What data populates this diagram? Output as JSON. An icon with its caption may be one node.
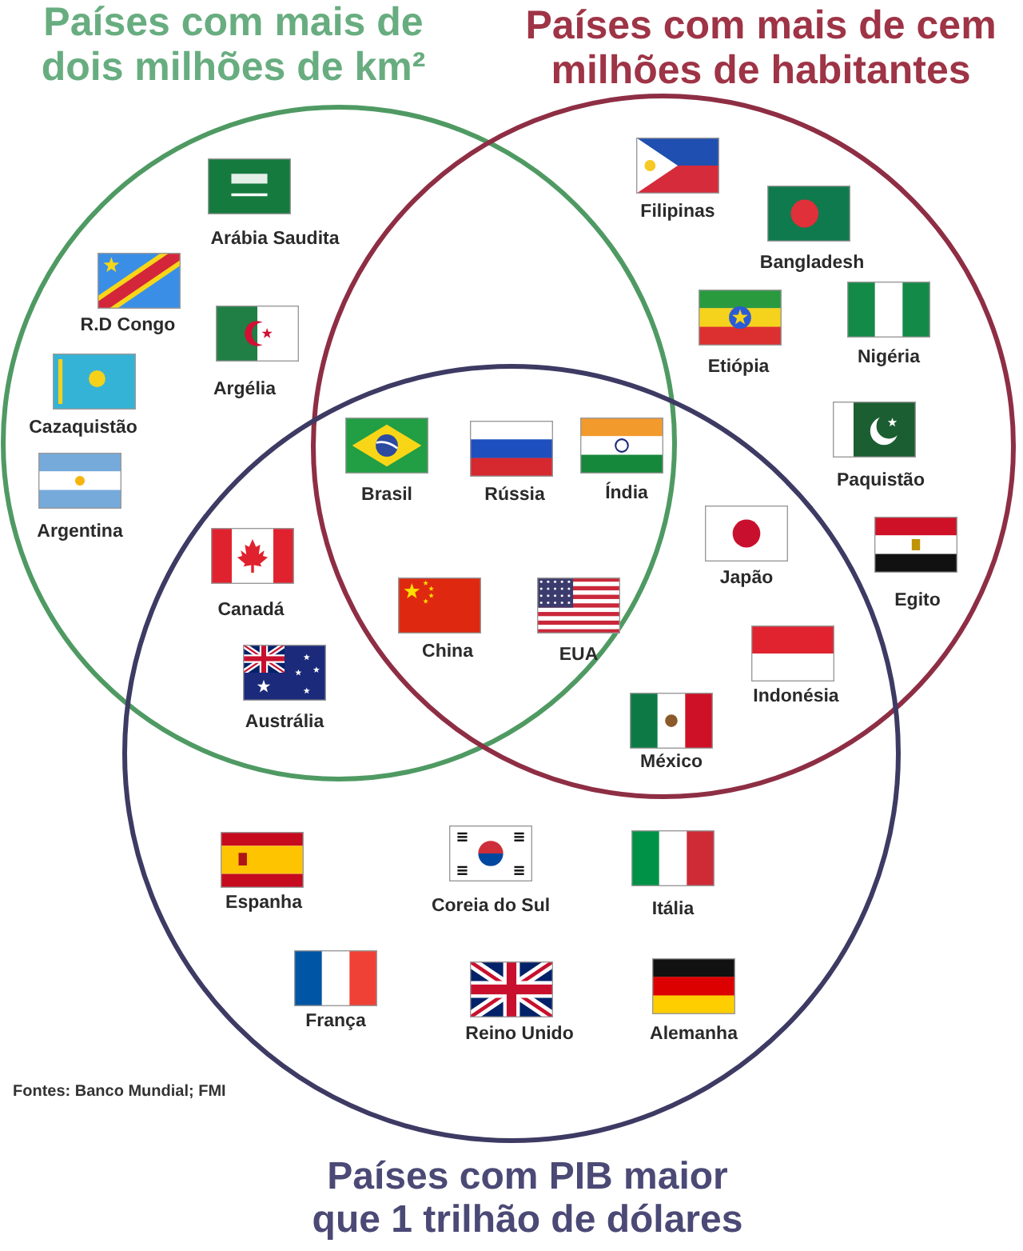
{
  "diagram": {
    "nodes": [
      {
        "text": [
          "Países com mais de dois milhões de km²"
        ]
      },
      {
        "text": [
          "Países com mais de cem milhões de habitantes"
        ]
      },
      {
        "text": [
          "Países com PIB maior que 1 trilhão de dólares"
        ]
      }
    ],
    "labels": [
      "Arábia Saudita",
      "Filipinas",
      "R.D Congo",
      "Bangladesh",
      "Argélia",
      "Etiópia",
      "Nigéria",
      "Cazaquistão",
      "Brasil",
      "Rússia",
      "Índia",
      "Paquistão",
      "Argentina",
      "Canadá",
      "Japão",
      "Egito",
      "China",
      "EUA",
      "Austrália",
      "Indonésia",
      "México",
      "Espanha",
      "Coreia do Sul",
      "Itália",
      "França",
      "Reino Unido",
      "Alemanha",
      "Fontes: Banco Mundial; FMI"
    ]
  }
}
